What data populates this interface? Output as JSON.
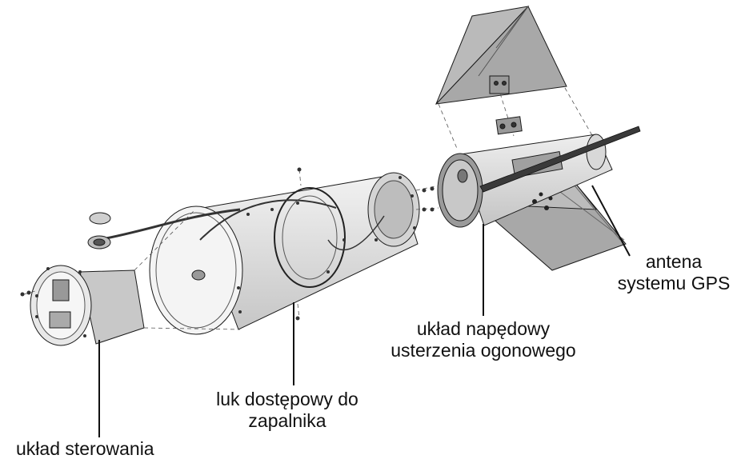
{
  "labels": {
    "uklad_sterowania": "układ sterowania",
    "luk": {
      "line1": "luk dostępowy do",
      "line2": "zapalnika"
    },
    "naped": {
      "line1": "układ napędowy",
      "line2": "usterzenia ogonowego"
    },
    "antena": {
      "line1": "antena",
      "line2": "systemu GPS"
    }
  },
  "colors": {
    "line": "#1a1a1a",
    "fill_light": "#e6e6e6",
    "fill_mid": "#bdbdbd",
    "fill_dark": "#8a8a8a",
    "fin": "#a8a8a8"
  }
}
